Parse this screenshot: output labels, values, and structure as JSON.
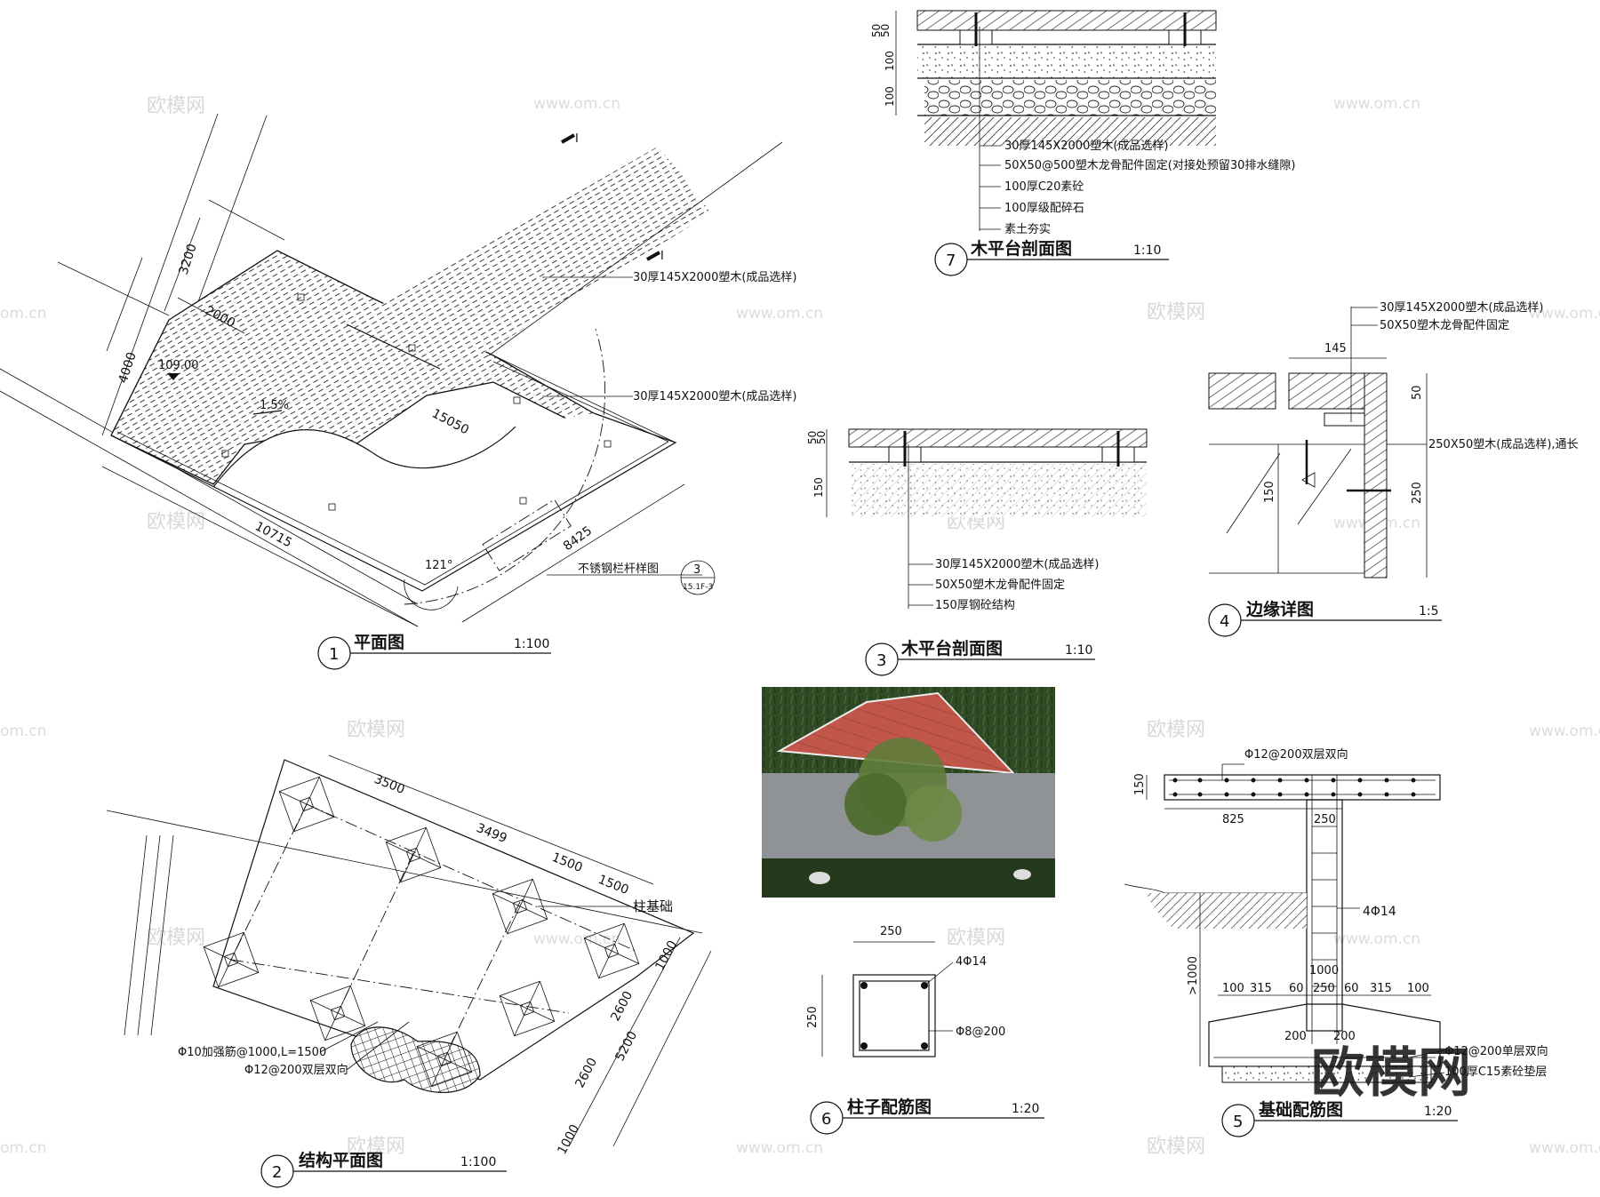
{
  "watermarks": {
    "brand": "欧模网",
    "url": "www.om.cn",
    "url_short": "om.cn"
  },
  "drawing1": {
    "number": "1",
    "title": "平面图",
    "scale": "1:100",
    "dims": [
      "3200",
      "2000",
      "4000",
      "15050",
      "10715",
      "8425"
    ],
    "elevation": "109.00",
    "slope": "1.5%",
    "angle": "121°",
    "section_mark": "I",
    "callout_upper": "30厚145X2000塑木(成品选样)",
    "callout_lower": "30厚145X2000塑木(成品选样)",
    "callout_rail": "不锈钢栏杆样图",
    "ref_top": "3",
    "ref_bottom": "15.1F-3"
  },
  "drawing2": {
    "number": "2",
    "title": "结构平面图",
    "scale": "1:100",
    "dims": [
      "3500",
      "3499",
      "1500",
      "1500",
      "1000",
      "2600",
      "5200",
      "2600",
      "1000"
    ],
    "callout_footing": "柱基础",
    "callout_rebar1": "Φ10加强筋@1000,L=1500",
    "callout_rebar2": "Φ12@200双层双向"
  },
  "drawing3": {
    "number": "3",
    "title": "木平台剖面图",
    "scale": "1:10",
    "dims": [
      "50",
      "50",
      "150"
    ],
    "notes": [
      "30厚145X2000塑木(成品选样)",
      "50X50塑木龙骨配件固定",
      "150厚钢砼结构"
    ]
  },
  "drawing4": {
    "number": "4",
    "title": "边缘详图",
    "scale": "1:5",
    "dims": [
      "145",
      "50",
      "150",
      "250"
    ],
    "notes": [
      "30厚145X2000塑木(成品选样)",
      "50X50塑木龙骨配件固定",
      "250X50塑木(成品选样),通长"
    ]
  },
  "drawing5": {
    "number": "5",
    "title": "基础配筋图",
    "scale": "1:20",
    "dims_top": [
      "150",
      "825",
      "250"
    ],
    "rebar_top": "Φ12@200双层双向",
    "rebar_col": "4Φ14",
    "depth": "1000",
    "depth_min": ">1000",
    "base_dims": [
      "100",
      "315",
      "60",
      "250",
      "60",
      "315",
      "100"
    ],
    "side_dims": [
      "200",
      "200"
    ],
    "notes": [
      "Φ12@200单层双向",
      "100厚C15素砼垫层"
    ]
  },
  "drawing6": {
    "number": "6",
    "title": "柱子配筋图",
    "scale": "1:20",
    "dims": [
      "250",
      "250"
    ],
    "rebar_main": "4Φ14",
    "stirrup": "Φ8@200"
  },
  "drawing7": {
    "number": "7",
    "title": "木平台剖面图",
    "scale": "1:10",
    "dims": [
      "50",
      "50",
      "100",
      "100"
    ],
    "notes": [
      "30厚145X2000塑木(成品选样)",
      "50X50@500塑木龙骨配件固定(对接处预留30排水缝隙)",
      "100厚C20素砼",
      "100厚级配碎石",
      "素土夯实"
    ]
  },
  "photo": {
    "deck_color": "#c0574a",
    "grass_color": "#2f4a25",
    "path_color": "#8f9396",
    "tree_color": "#5f7d3a"
  }
}
